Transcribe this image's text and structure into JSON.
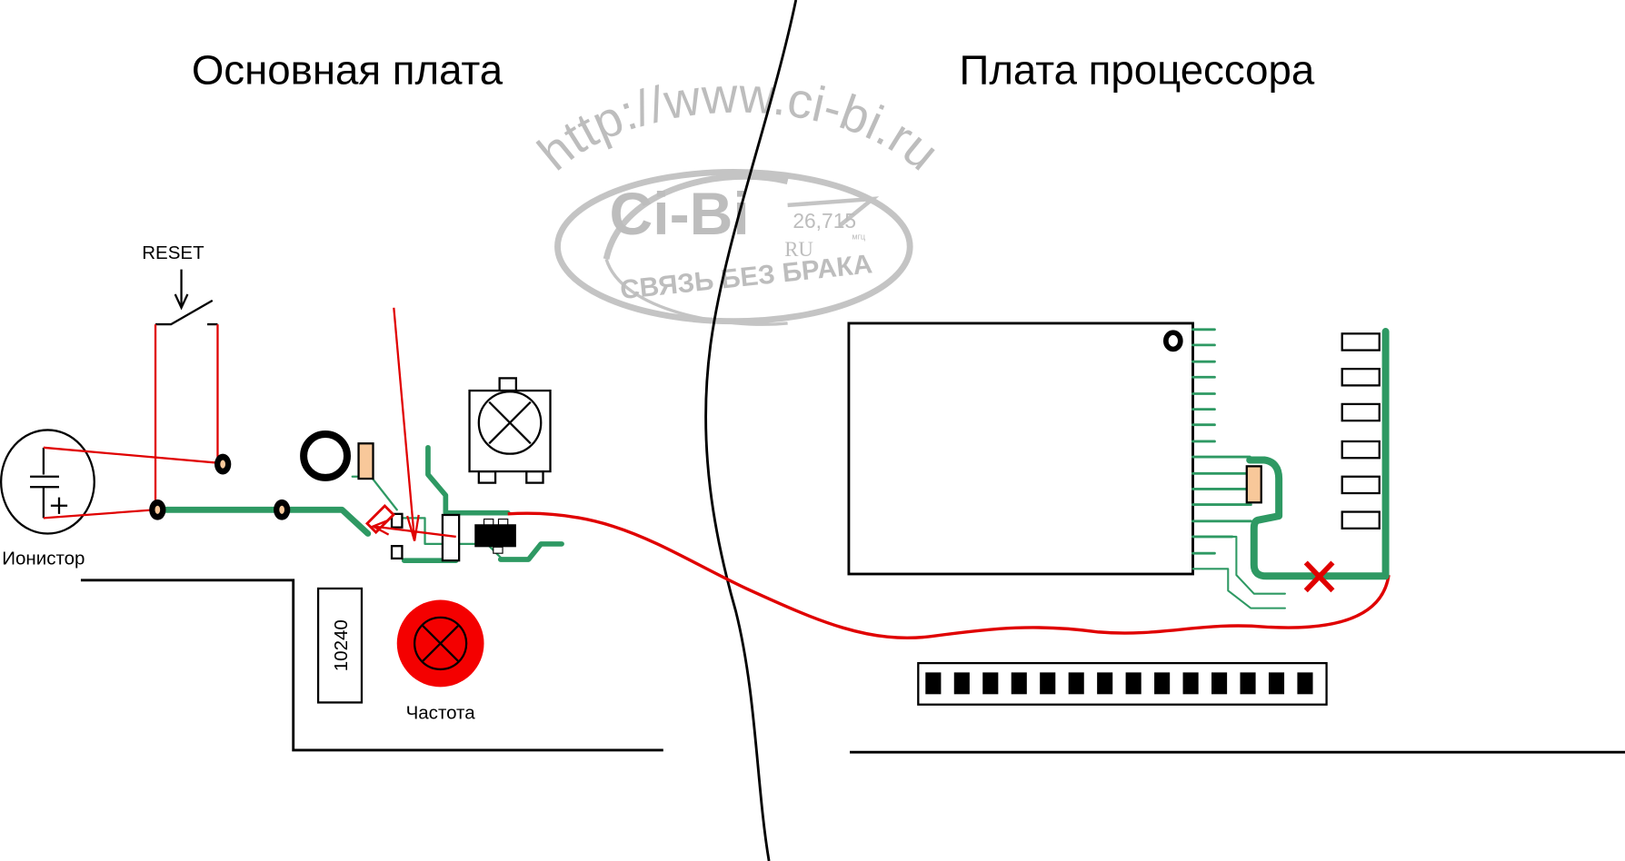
{
  "titles": {
    "main_board": "Основная плата",
    "cpu_board": "Плата процессора"
  },
  "labels": {
    "reset": "RESET",
    "ionistor": "Ионистор",
    "chip_marking": "10240",
    "frequency": "Частота"
  },
  "watermark": {
    "url": "http://www.ci-bi.ru",
    "logo": "Ci-Bi",
    "frequency": "26,715",
    "unit": "мгц",
    "ru": "RU",
    "slogan": "СВЯЗЬ БЕЗ БРАКА"
  },
  "colors": {
    "trace": "#2e9963",
    "wire": "#e00000",
    "component": "#f8c89a",
    "watermark": "#bdbdbd"
  }
}
